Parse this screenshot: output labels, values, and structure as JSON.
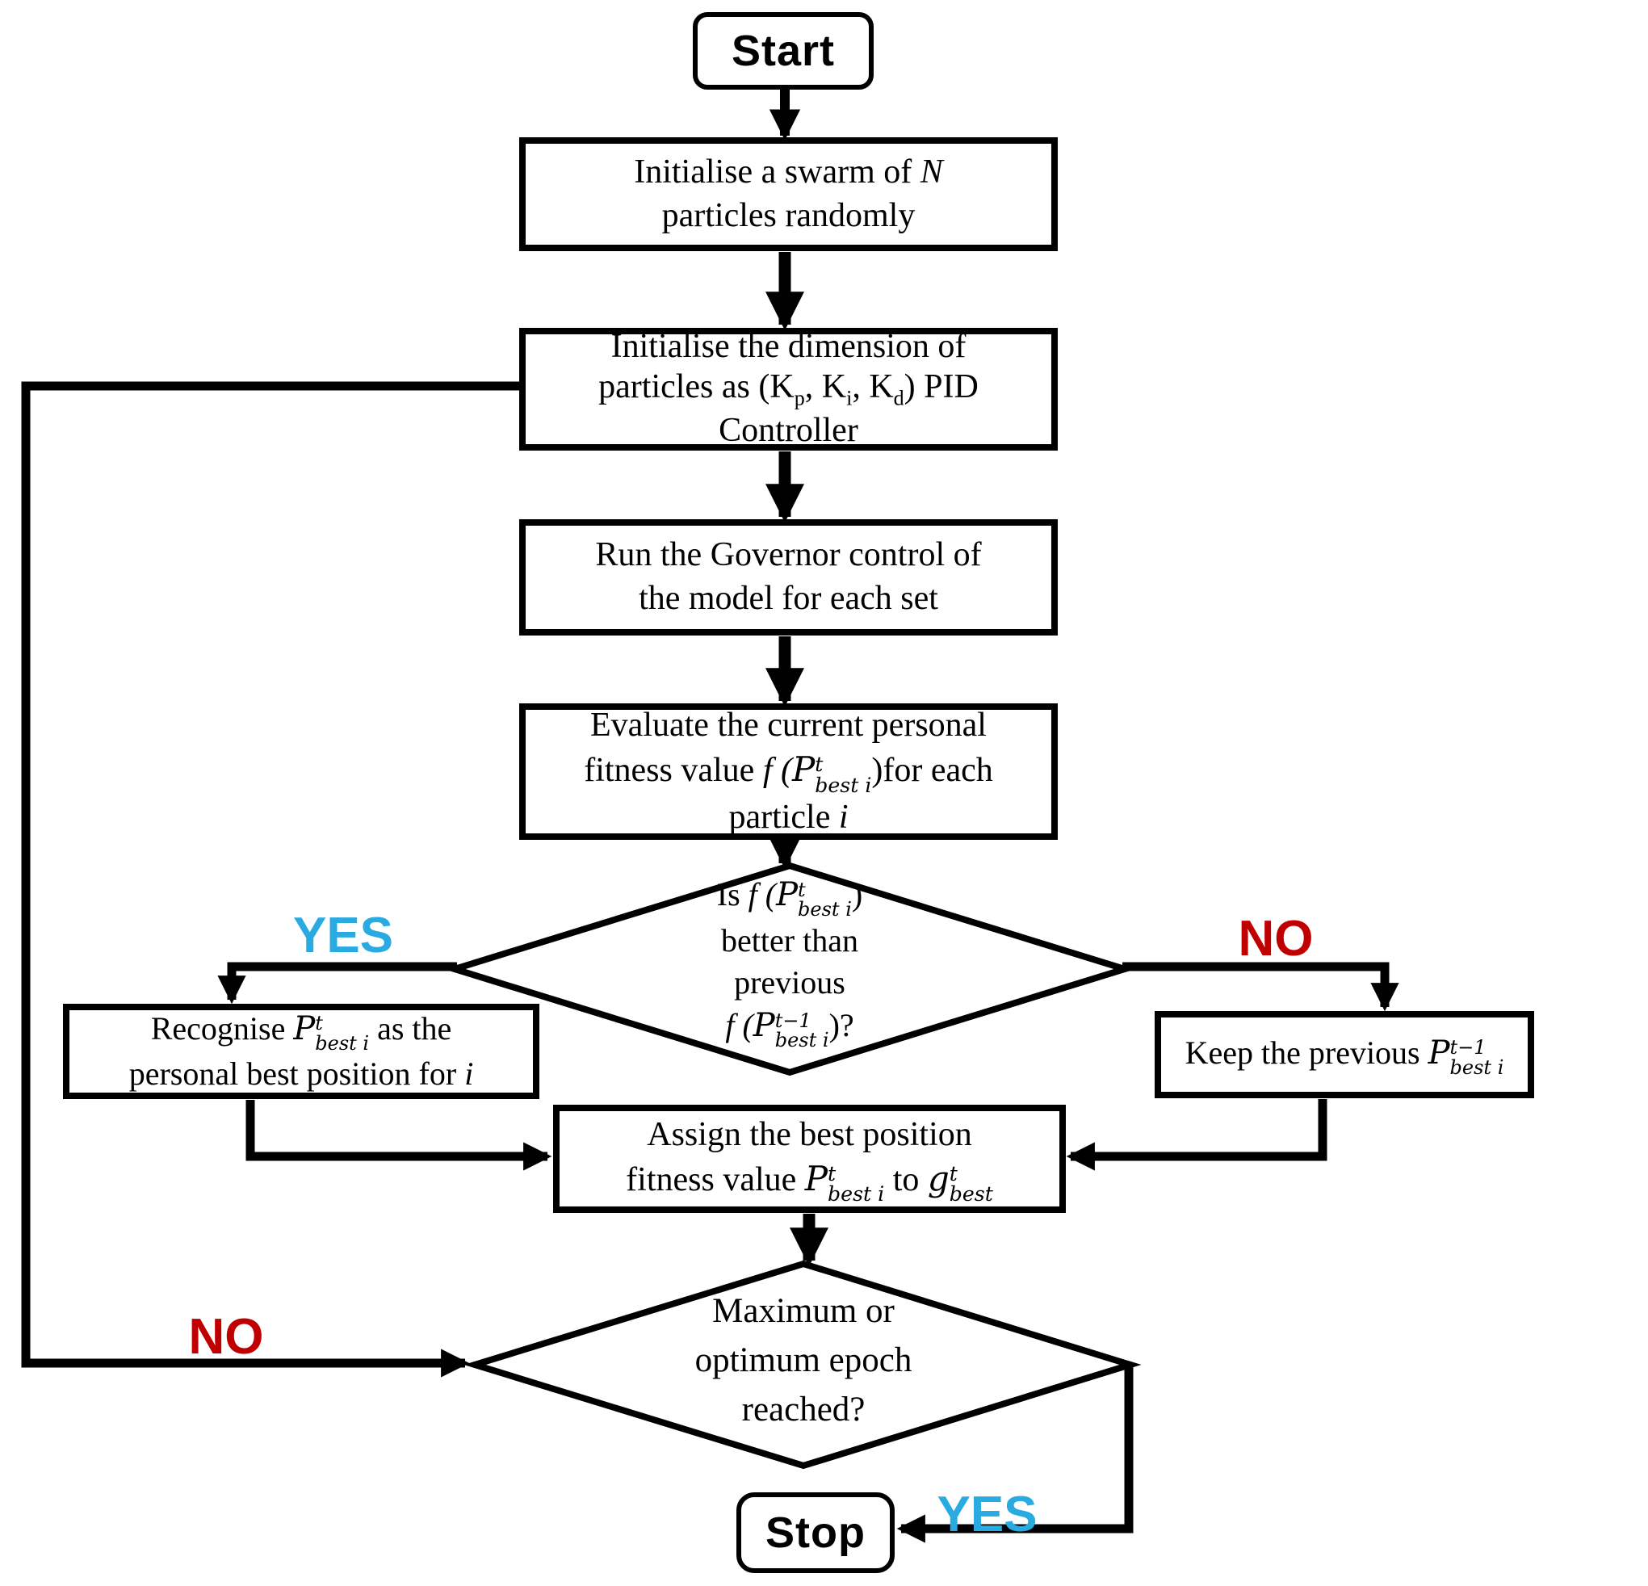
{
  "figure": {
    "type": "flowchart",
    "background": "#FFFFFF"
  },
  "colors": {
    "yes_label": "#29ABE2",
    "no_label": "#C00000",
    "line": "#000000",
    "node_fill": "#FFFFFF",
    "node_border": "#000000"
  },
  "labels": {
    "yes_top": "YES",
    "no_top": "NO",
    "no_bottom": "NO",
    "yes_bottom": "YES"
  },
  "nodes": {
    "start": {
      "type": "terminator",
      "label": "Start"
    },
    "init_swarm": {
      "type": "process",
      "lines": [
        [
          {
            "t": "Initialise a swarm of "
          },
          {
            "i": "N"
          }
        ],
        [
          {
            "t": "particles randomly"
          }
        ]
      ]
    },
    "init_dimension": {
      "type": "process",
      "lines": [
        [
          {
            "t": "Initialise the dimension of"
          }
        ],
        [
          {
            "t": "particles as (K"
          },
          {
            "s": "p"
          },
          {
            "t": ", K"
          },
          {
            "s": "i"
          },
          {
            "t": ", K"
          },
          {
            "s": "d"
          },
          {
            "t": ") PID"
          }
        ],
        [
          {
            "t": "Controller"
          }
        ]
      ]
    },
    "run_governor": {
      "type": "process",
      "lines": [
        [
          {
            "t": "Run the Governor control of"
          }
        ],
        [
          {
            "t": "the model for each set"
          }
        ]
      ]
    },
    "evaluate_fitness": {
      "type": "process",
      "lines": [
        [
          {
            "t": "Evaluate the current personal"
          }
        ],
        [
          {
            "t": "fitness value "
          },
          {
            "i": "f ("
          },
          {
            "m": [
              "P",
              "t",
              "best i"
            ]
          },
          {
            "t": ")for each"
          }
        ],
        [
          {
            "t": "particle "
          },
          {
            "i": "i"
          }
        ]
      ]
    },
    "fitness_better_decision": {
      "type": "decision",
      "lines": [
        [
          {
            "t": "Is "
          },
          {
            "i": "f ("
          },
          {
            "m": [
              "P",
              "t",
              "best i"
            ]
          },
          {
            "t": ")"
          }
        ],
        [
          {
            "t": "better than"
          }
        ],
        [
          {
            "t": "previous"
          }
        ],
        [
          {
            "i": "f ("
          },
          {
            "m": [
              "P",
              "t−1",
              "best i"
            ]
          },
          {
            "t": ")?"
          }
        ]
      ]
    },
    "recognise_personal_best": {
      "type": "process",
      "lines": [
        [
          {
            "t": "Recognise "
          },
          {
            "m": [
              "P",
              "t",
              "best i"
            ]
          },
          {
            "t": " as the"
          }
        ],
        [
          {
            "t": "personal best position for "
          },
          {
            "i": "i"
          }
        ]
      ]
    },
    "keep_previous": {
      "type": "process",
      "lines": [
        [
          {
            "t": "Keep the previous "
          },
          {
            "m": [
              "P",
              "t−1",
              "best i"
            ]
          }
        ]
      ]
    },
    "assign_global_best": {
      "type": "process",
      "lines": [
        [
          {
            "t": "Assign the best position"
          }
        ],
        [
          {
            "t": "fitness value "
          },
          {
            "m": [
              "P",
              "t",
              "best i"
            ]
          },
          {
            "t": " to "
          },
          {
            "m": [
              "g",
              "t",
              "best"
            ]
          }
        ]
      ]
    },
    "epoch_reached_decision": {
      "type": "decision",
      "lines": [
        [
          {
            "t": "Maximum or"
          }
        ],
        [
          {
            "t": "optimum epoch"
          }
        ],
        [
          {
            "t": "reached?"
          }
        ]
      ]
    },
    "stop": {
      "type": "terminator",
      "label": "Stop"
    }
  }
}
